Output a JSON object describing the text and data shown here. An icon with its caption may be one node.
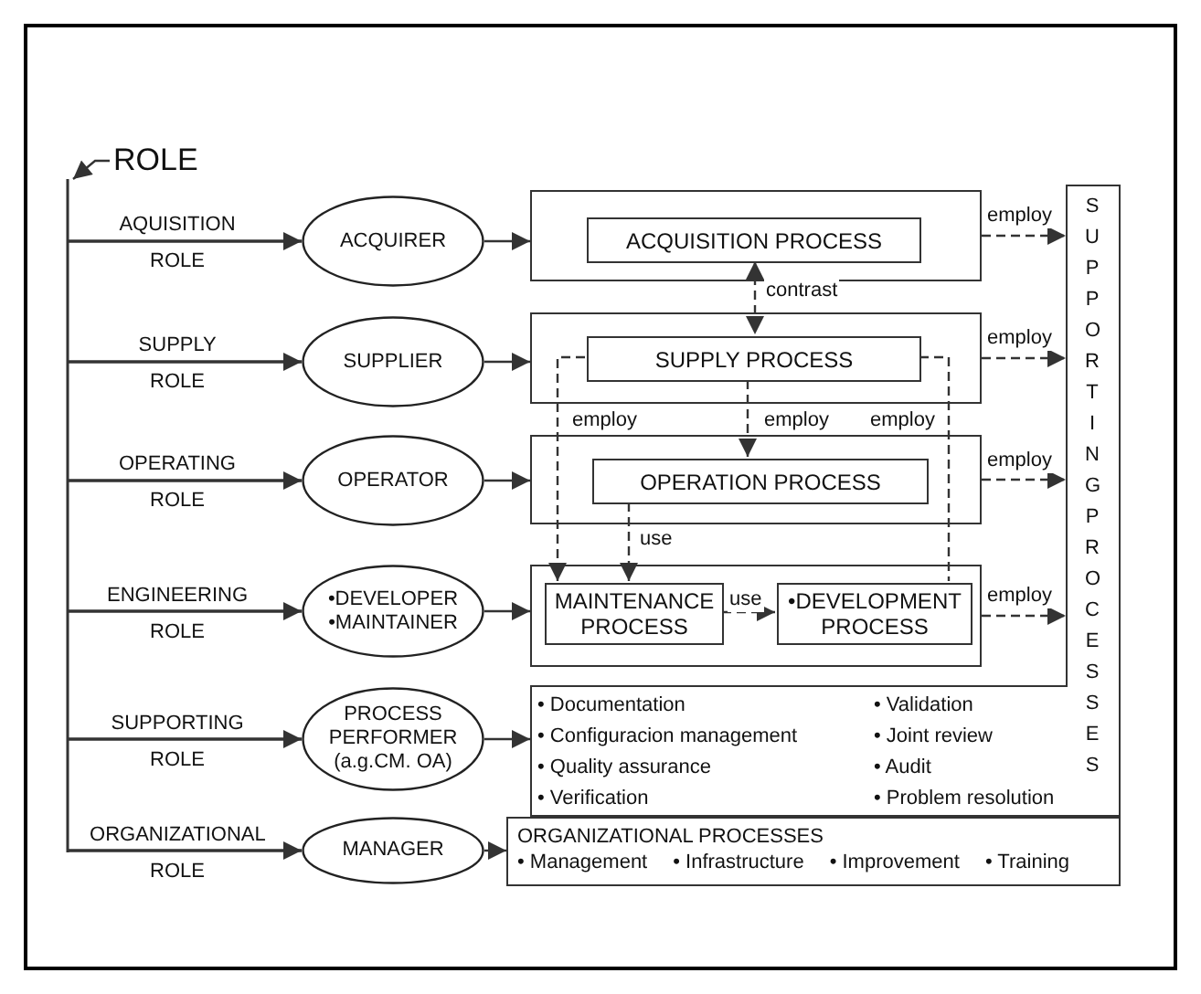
{
  "diagram": {
    "nodes": [
      {
        "text": [
          "ACQUIRER"
        ]
      },
      {
        "text": [
          "SUPPLIER"
        ]
      },
      {
        "text": [
          "OPERATOR"
        ]
      },
      {
        "text": [
          "•DEVELOPER",
          "•MAINTAINER"
        ]
      },
      {
        "text": [
          "PROCESS PERFORMER (a.g.CM. OA)"
        ]
      },
      {
        "text": [
          "MANAGER"
        ]
      },
      {
        "text": [],
        "shape": "box"
      },
      {
        "text": [
          "ACQUISITION PROCESS"
        ],
        "in": 6
      },
      {
        "text": [],
        "shape": "box"
      },
      {
        "text": [
          "SUPPLY PROCESS"
        ],
        "in": 8
      },
      {
        "text": [],
        "shape": "box"
      },
      {
        "text": [
          "OPERATION PROCESS"
        ],
        "in": 10
      },
      {
        "text": [],
        "shape": "box"
      },
      {
        "text": [
          "MAINTENANCE PROCESS"
        ],
        "in": 12
      },
      {
        "text": [
          "•DEVELOPMENT PROCESS"
        ],
        "in": 12
      },
      {
        "text": [
          "SUPPORTING PROCESSES"
        ]
      },
      {
        "text": [
          "• Documentation",
          "• Validation",
          "• Configuracion management",
          "• Joint review",
          "• Quality assurance",
          "• Audit",
          "• Verification",
          "• Problem resolution"
        ]
      },
      {
        "text": [
          "ORGANIZATIONAL PROCESSES",
          "• Management",
          "• Infrastructure",
          "• Improvement",
          "• Training"
        ]
      }
    ],
    "edges": [
      {
        "from": null,
        "to": 0,
        "arrow": "to",
        "label": "AQUISITION ROLE"
      },
      {
        "from": null,
        "to": 1,
        "arrow": "to",
        "label": "SUPPLY ROLE"
      },
      {
        "from": null,
        "to": 2,
        "arrow": "to",
        "label": "OPERATING ROLE"
      },
      {
        "from": null,
        "to": 3,
        "arrow": "to",
        "label": "ENGINEERING ROLE"
      },
      {
        "from": null,
        "to": 4,
        "arrow": "to",
        "label": "SUPPORTING ROLE"
      },
      {
        "from": null,
        "to": 5,
        "arrow": "to",
        "label": "ORGANIZATIONAL ROLE"
      },
      {
        "from": 0,
        "to": 6,
        "arrow": "to"
      },
      {
        "from": 1,
        "to": 8,
        "arrow": "to"
      },
      {
        "from": 2,
        "to": 10,
        "arrow": "to"
      },
      {
        "from": 3,
        "to": 12,
        "arrow": "to"
      },
      {
        "from": 4,
        "to": 16,
        "arrow": "to"
      },
      {
        "from": 5,
        "to": 17,
        "arrow": "to"
      },
      {
        "from": 7,
        "to": 9,
        "arrow": "both",
        "style": "dashed",
        "label": "contrast"
      },
      {
        "from": 6,
        "to": 15,
        "arrow": "to",
        "style": "dashed",
        "label": "employ"
      },
      {
        "from": 8,
        "to": 15,
        "arrow": "to",
        "style": "dashed",
        "label": "employ"
      },
      {
        "from": 10,
        "to": 15,
        "arrow": "to",
        "style": "dashed",
        "label": "employ"
      },
      {
        "from": 12,
        "to": 15,
        "arrow": "to",
        "style": "dashed",
        "label": "employ"
      },
      {
        "from": 9,
        "to": 11,
        "arrow": "to",
        "style": "dashed",
        "label": "employ"
      },
      {
        "from": 9,
        "to": 13,
        "arrow": "to",
        "style": "dashed",
        "label": "employ"
      },
      {
        "from": 9,
        "to": 14,
        "arrow": "none",
        "style": "dashed",
        "label": "employ"
      },
      {
        "from": 11,
        "to": 13,
        "arrow": "to",
        "style": "dashed",
        "label": "use"
      },
      {
        "from": 13,
        "to": 14,
        "arrow": "to",
        "style": "dashed",
        "label": "use"
      }
    ],
    "labels": [
      "ROLE"
    ]
  }
}
